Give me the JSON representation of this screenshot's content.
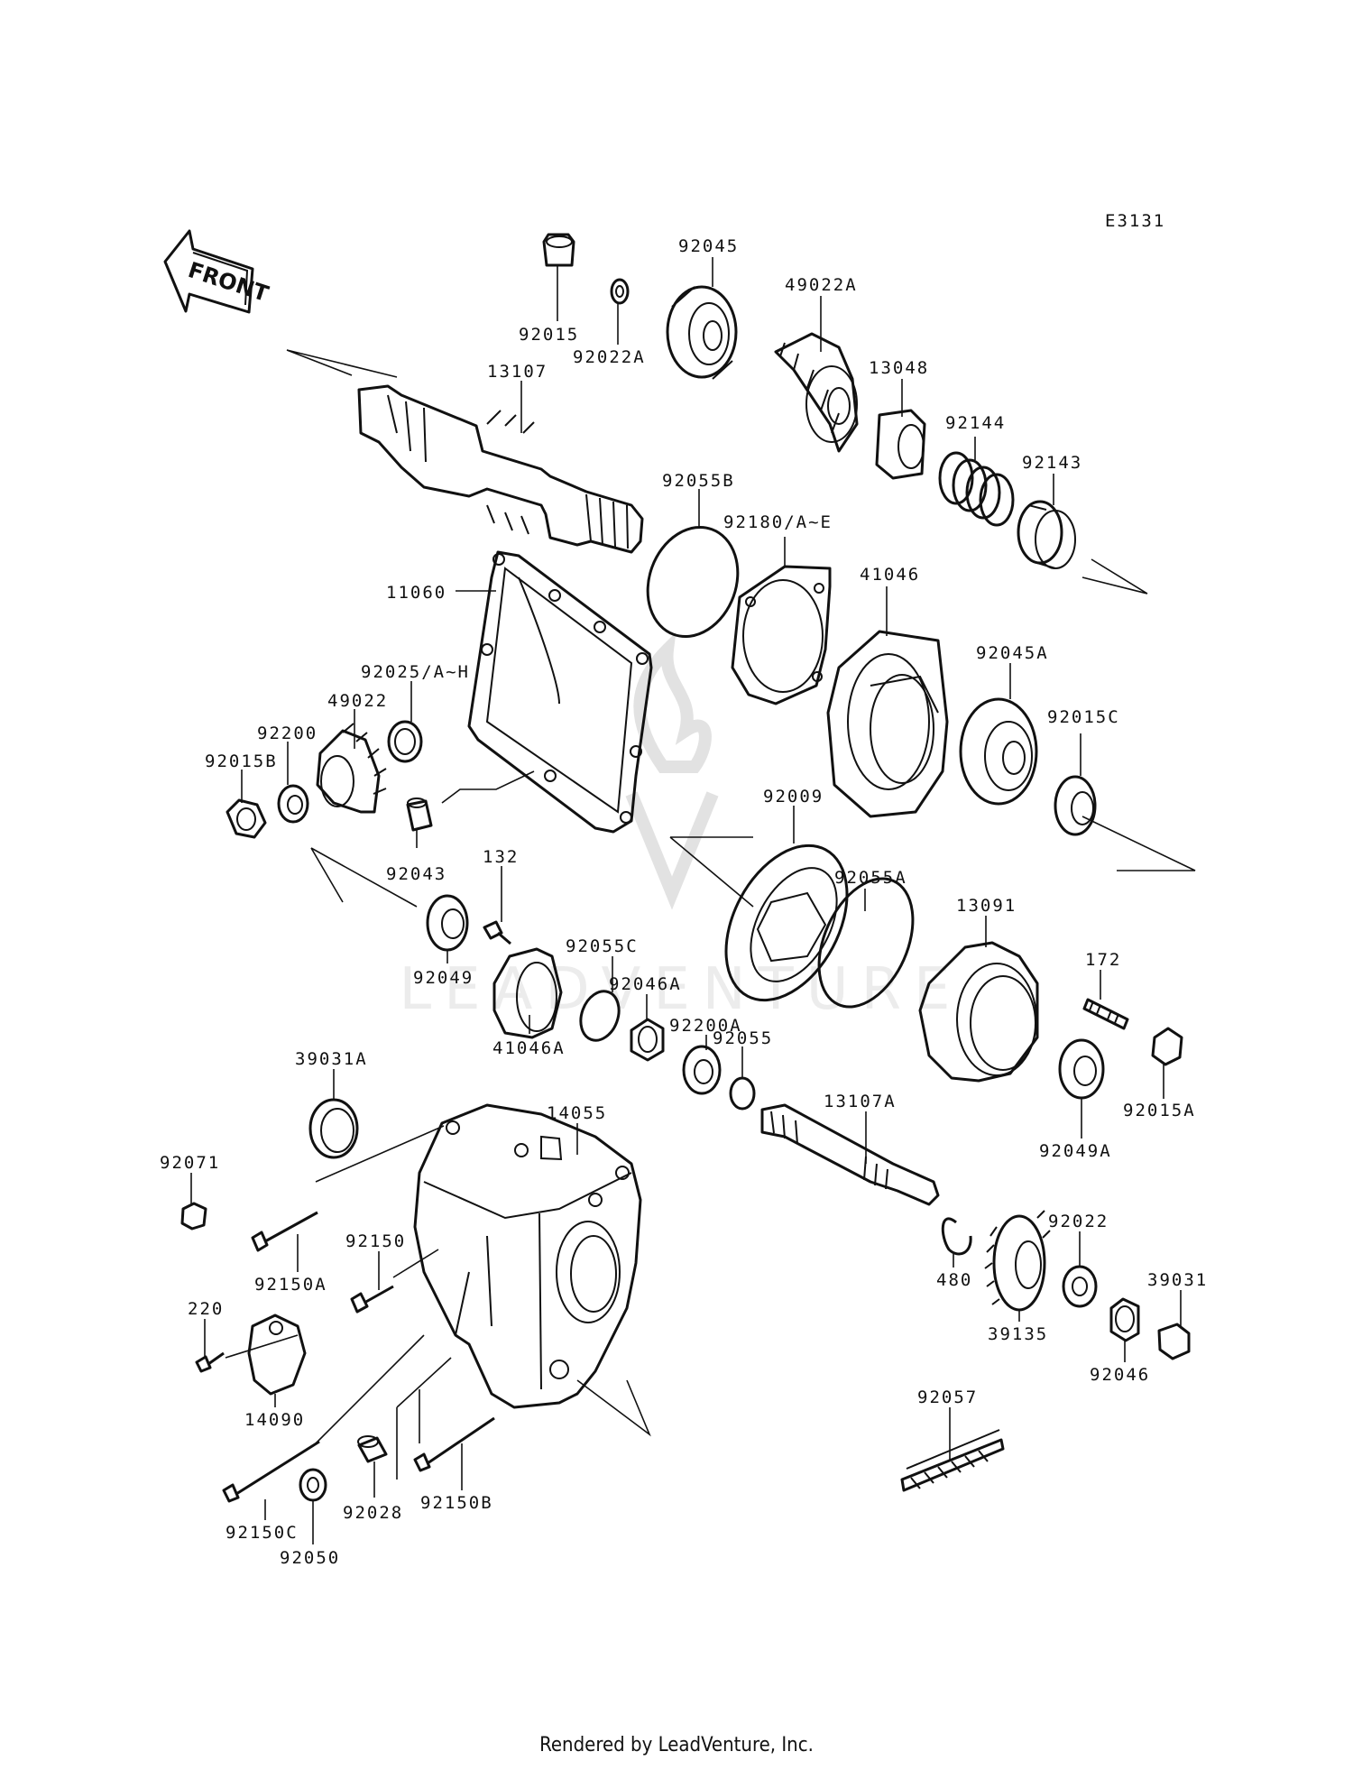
{
  "diagram_code": "E3131",
  "front_marker": "FRONT",
  "watermark": "LEADVENTURE",
  "credit": "Rendered by LeadVenture, Inc.",
  "callouts": [
    {
      "id": "92015"
    },
    {
      "id": "92022A"
    },
    {
      "id": "92045"
    },
    {
      "id": "49022A"
    },
    {
      "id": "13107"
    },
    {
      "id": "13048"
    },
    {
      "id": "92144"
    },
    {
      "id": "92143"
    },
    {
      "id": "92055B"
    },
    {
      "id": "92180/A~E"
    },
    {
      "id": "11060"
    },
    {
      "id": "41046"
    },
    {
      "id": "92045A"
    },
    {
      "id": "92025/A~H"
    },
    {
      "id": "49022"
    },
    {
      "id": "92200"
    },
    {
      "id": "92015B"
    },
    {
      "id": "92015C"
    },
    {
      "id": "92043"
    },
    {
      "id": "92009"
    },
    {
      "id": "132"
    },
    {
      "id": "92055A"
    },
    {
      "id": "13091"
    },
    {
      "id": "92055C"
    },
    {
      "id": "92049"
    },
    {
      "id": "92046A"
    },
    {
      "id": "172"
    },
    {
      "id": "92200A"
    },
    {
      "id": "41046A"
    },
    {
      "id": "92055"
    },
    {
      "id": "39031A"
    },
    {
      "id": "14055"
    },
    {
      "id": "13107A"
    },
    {
      "id": "92015A"
    },
    {
      "id": "92049A"
    },
    {
      "id": "92071"
    },
    {
      "id": "92150"
    },
    {
      "id": "92022"
    },
    {
      "id": "92150A"
    },
    {
      "id": "480"
    },
    {
      "id": "39031"
    },
    {
      "id": "220"
    },
    {
      "id": "39135"
    },
    {
      "id": "92046"
    },
    {
      "id": "14090"
    },
    {
      "id": "92057"
    },
    {
      "id": "92028"
    },
    {
      "id": "92150B"
    },
    {
      "id": "92150C"
    },
    {
      "id": "92050"
    }
  ]
}
